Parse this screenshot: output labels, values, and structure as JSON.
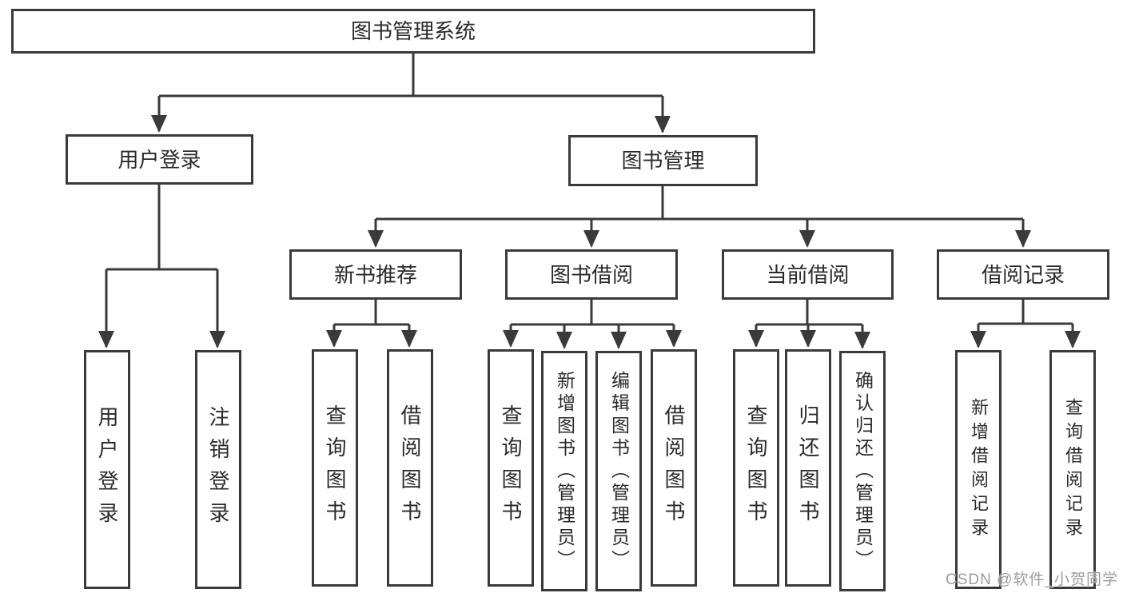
{
  "diagram_type": "tree",
  "tree": {
    "label": "图书管理系统",
    "children": [
      {
        "label": "用户登录",
        "children": [
          {
            "label": "用户登录"
          },
          {
            "label": "注销登录"
          }
        ]
      },
      {
        "label": "图书管理",
        "children": [
          {
            "label": "新书推荐",
            "children": [
              {
                "label": "查询图书"
              },
              {
                "label": "借阅图书"
              }
            ]
          },
          {
            "label": "图书借阅",
            "children": [
              {
                "label": "查询图书"
              },
              {
                "label": "新增图书（管理员）"
              },
              {
                "label": "编辑图书（管理员）"
              },
              {
                "label": "借阅图书"
              }
            ]
          },
          {
            "label": "当前借阅",
            "children": [
              {
                "label": "查询图书"
              },
              {
                "label": "归还图书"
              },
              {
                "label": "确认归还（管理员）"
              }
            ]
          },
          {
            "label": "借阅记录",
            "children": [
              {
                "label": "新增借阅记录"
              },
              {
                "label": "查询借阅记录"
              }
            ]
          }
        ]
      }
    ]
  },
  "watermark": {
    "text": "CSDN @软件_小贺同学"
  },
  "colors": {
    "line": "#3a3a3a",
    "text": "#2a2a2a",
    "background": "#ffffff",
    "watermark": "#9b9b9b"
  }
}
